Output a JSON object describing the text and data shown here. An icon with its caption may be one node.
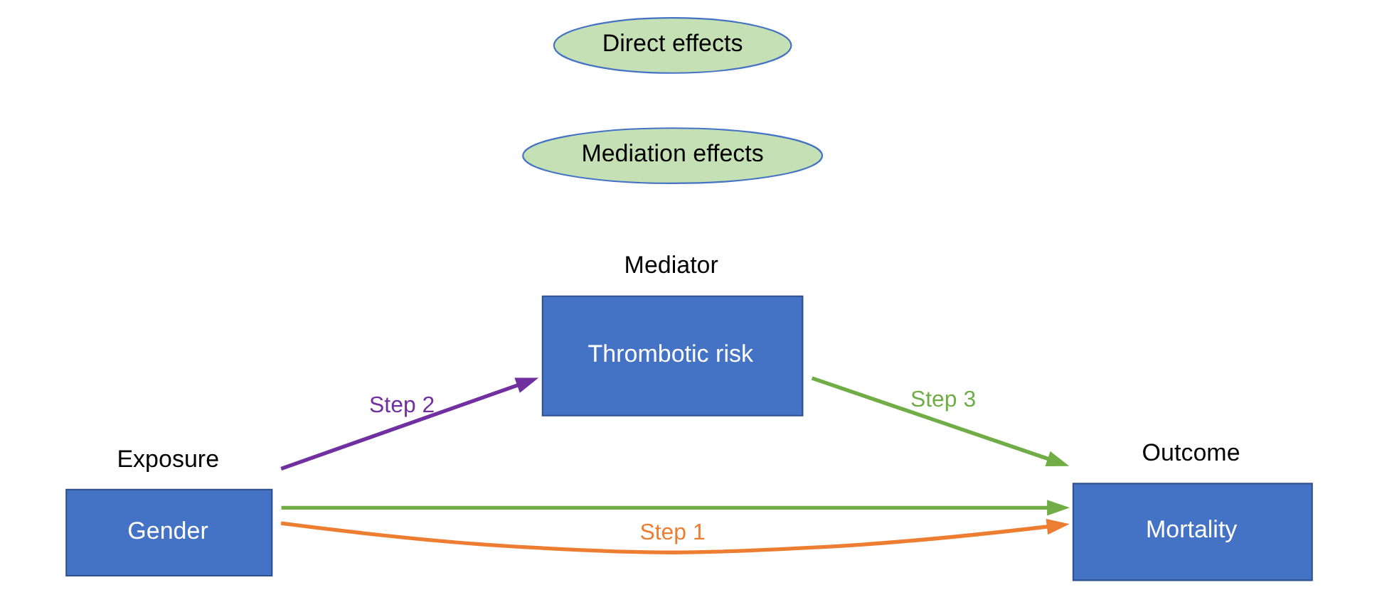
{
  "diagram": {
    "nodes": [
      {
        "text": [
          "Thrombotic risk"
        ],
        "beside": [
          "Mediator"
        ]
      },
      {
        "text": [
          "Gender"
        ],
        "beside": [
          "Exposure"
        ]
      },
      {
        "text": [
          "Mortality"
        ],
        "beside": [
          "Outcome"
        ]
      },
      {
        "text": [
          "Mediation effects"
        ]
      },
      {
        "text": [
          "Direct effects"
        ]
      }
    ],
    "edges": [
      {
        "from": 1,
        "to": 0,
        "arrow": "to",
        "label": "Step 2",
        "color": "#7030a0"
      },
      {
        "from": 0,
        "to": 2,
        "arrow": "to",
        "label": "Step 3",
        "color": "#70ad47"
      },
      {
        "from": 1,
        "to": 2,
        "arrow": "to",
        "color": "#70ad47"
      },
      {
        "from": 1,
        "to": 2,
        "arrow": "to",
        "label": "Step 1",
        "color": "#ed7d31"
      }
    ]
  }
}
